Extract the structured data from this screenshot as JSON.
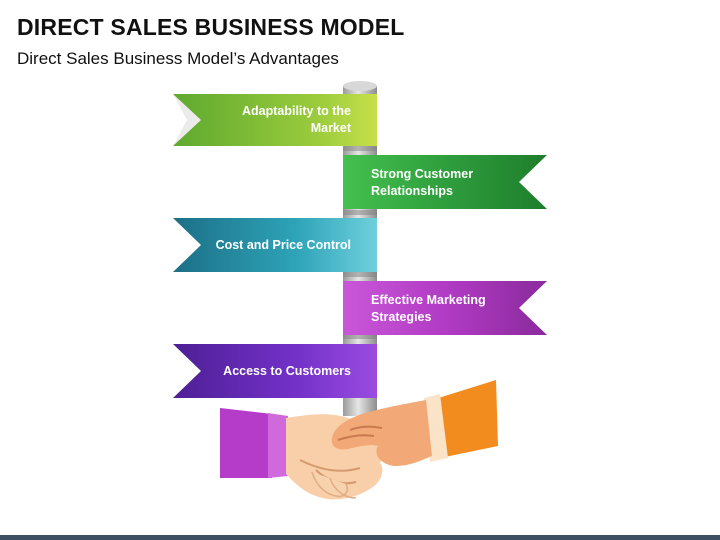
{
  "header": {
    "title": "DIRECT SALES BUSINESS MODEL",
    "subtitle": "Direct Sales Business Model’s Advantages"
  },
  "signposts": [
    {
      "label": "Adaptability to the Market",
      "direction": "left",
      "color": "#8dc63f"
    },
    {
      "label": "Strong Customer Relationships",
      "direction": "right",
      "color": "#3dae49"
    },
    {
      "label": "Cost and Price Control",
      "direction": "left",
      "color": "#2a9fb5"
    },
    {
      "label": "Effective Marketing Strategies",
      "direction": "right",
      "color": "#b73fc6"
    },
    {
      "label": "Access to Customers",
      "direction": "left",
      "color": "#7a32c4"
    }
  ],
  "colors": {
    "pole": "#c8c8c8",
    "left_cuff": "#b43cc8",
    "right_sleeve": "#f28c1e",
    "skin": "#f6c9a4",
    "footer": "#3d4f63"
  },
  "icons": [
    "signpost-pole",
    "handshake-icon"
  ]
}
